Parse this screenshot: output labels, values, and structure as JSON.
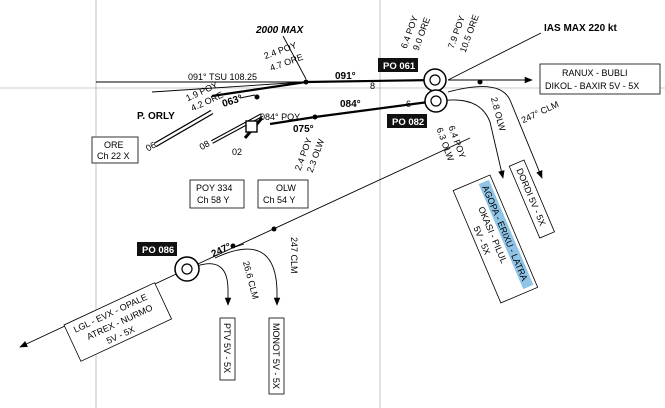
{
  "limits": {
    "altitude_max": "2000 MAX",
    "ias_max": "IAS MAX 220 kt"
  },
  "waypoints": {
    "po061": "PO 061",
    "po082": "PO 082",
    "po086": "PO 086"
  },
  "navaids": {
    "ore": [
      "ORE",
      "Ch 22 X"
    ],
    "poy": [
      "POY 334",
      "Ch 58 Y"
    ],
    "olw": [
      "OLW",
      "Ch 54 Y"
    ]
  },
  "airport": "P. ORLY",
  "runways": {
    "r06": "06",
    "r08": "08",
    "r02": "02"
  },
  "exit_boxes": {
    "ranux": [
      "RANUX - BUBLI",
      "DIKOL - BAXIR 5V - 5X"
    ],
    "dordi": "DORDI 5V - 5X",
    "agopa": [
      "AGOPA - ERIXU - LATRA",
      "OKASI - PILUL",
      "5V - 5X"
    ],
    "ptv": "PTV 5V - 5X",
    "monot": "MONOT 5V - 5X",
    "lgl": [
      "LGL - EVX - OPALE",
      "ATREX - NURMO",
      "5V - 5X"
    ]
  },
  "courses": {
    "c091_upper": "091°",
    "c091_tsu": "091° TSU 108.25",
    "c063": "063°",
    "c084_upper": "084°",
    "c084_poy": "084° POY",
    "c075": "075°",
    "c247_clm": "247° CLM",
    "c247": "247°",
    "c247_clm2": "247 CLM"
  },
  "distances": {
    "d8": "8",
    "d6": "6",
    "d24poy": "2.4 POY",
    "d47ore": "4.7 ORE",
    "d19poy": "1.9 POY",
    "d42ore": "4.2 ORE",
    "d64poy_top": "6.4 POY",
    "d90ore": "9.0 ORE",
    "d79poy": "7.9 POY",
    "d105ore": "10.5 ORE",
    "d64poy_bot": "6.4 POY",
    "d63olw": "6.3 OLW",
    "d24poy_b": "2.4 POY",
    "d23olw": "2.3 OLW",
    "d28olw": "2.8 OLW",
    "d266clm": "26.6 CLM"
  }
}
